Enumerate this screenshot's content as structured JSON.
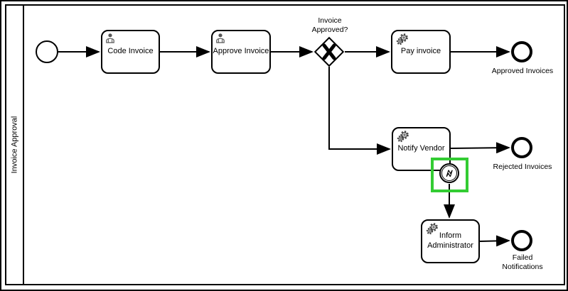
{
  "pool": {
    "label": "Invoice Approval"
  },
  "tasks": {
    "code_invoice": "Code Invoice",
    "approve_invoice": "Approve Invoice",
    "pay_invoice": "Pay invoice",
    "notify_vendor": "Notify Vendor",
    "inform_administrator": "Inform Administrator"
  },
  "gateway": {
    "label": "Invoice Approved?",
    "marker": "X",
    "type": "exclusive-gateway"
  },
  "events": {
    "start": {
      "type": "start-event"
    },
    "end_approved": {
      "label": "Approved Invoices"
    },
    "end_rejected": {
      "label": "Rejected Invoices"
    },
    "end_failed": {
      "label": "Failed Notifications"
    },
    "boundary_error": {
      "type": "error-boundary-event",
      "selected": true
    }
  },
  "icons": {
    "user_task": "user-icon",
    "service_task": "gears-icon",
    "error_event": "lightning-bolt-icon"
  },
  "colors": {
    "stroke": "#000000",
    "fill": "#ffffff",
    "selection_highlight": "#33cc33"
  }
}
